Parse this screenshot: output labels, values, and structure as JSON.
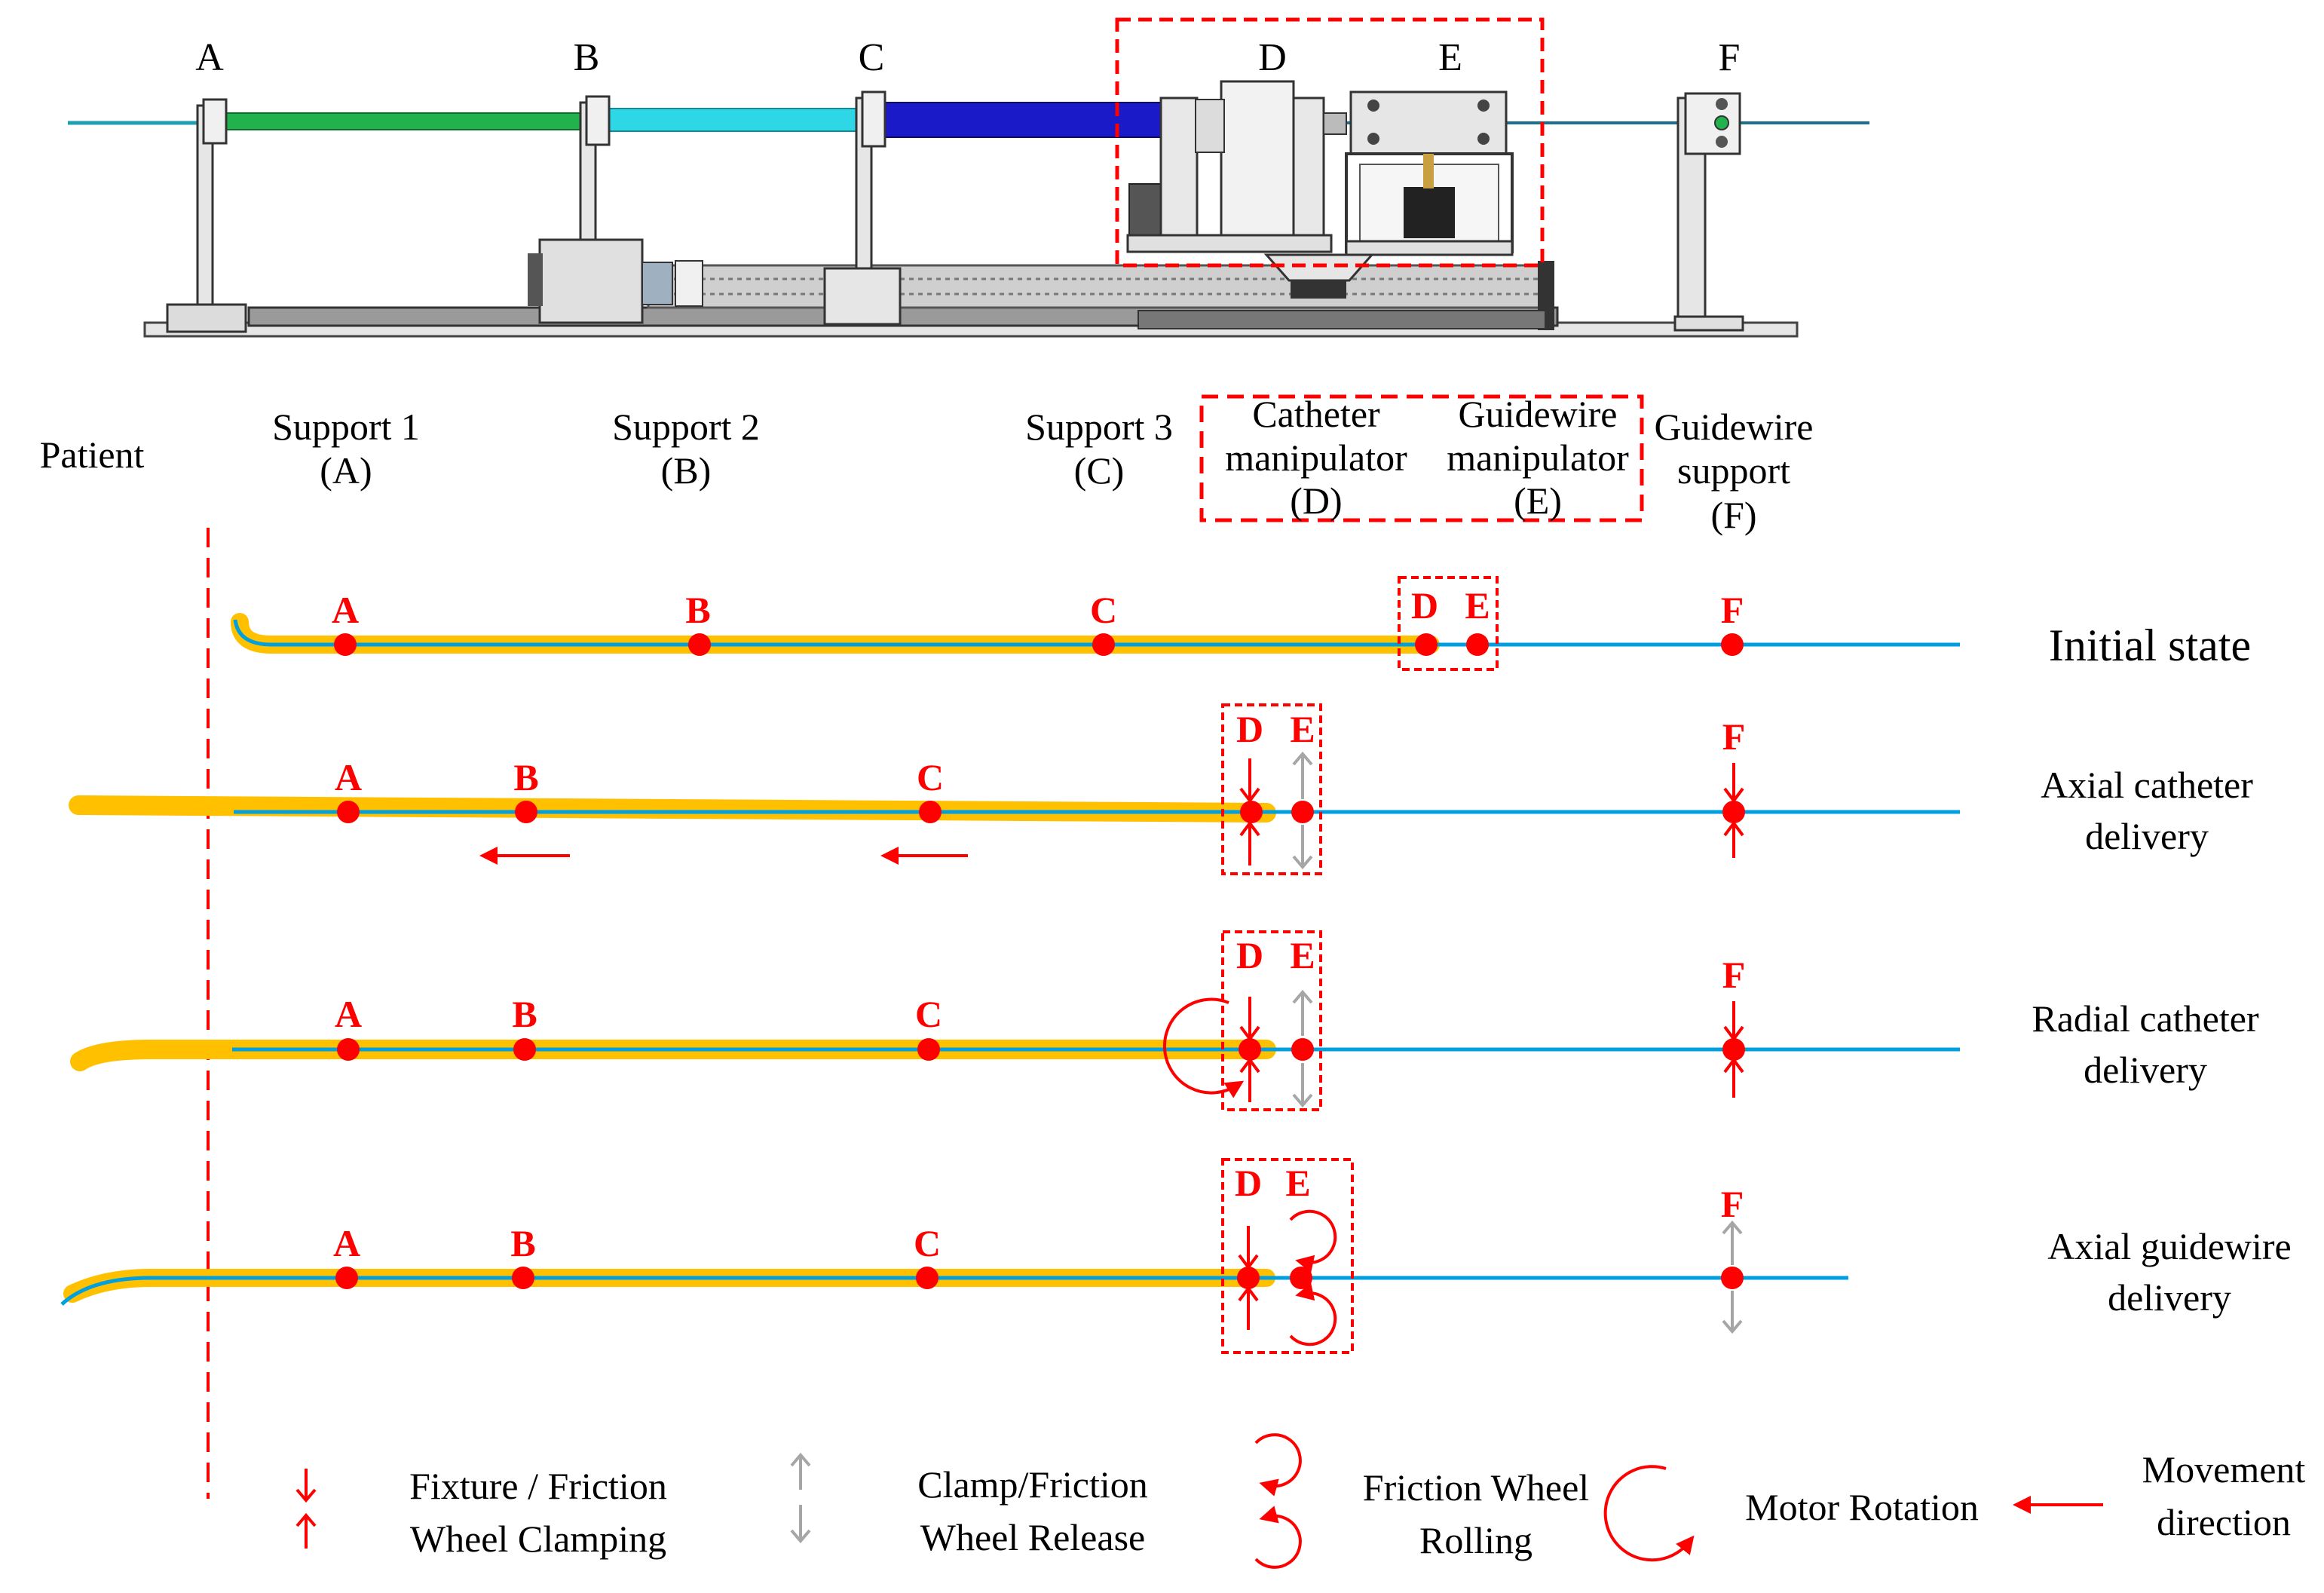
{
  "colors": {
    "accent_red": "#ff0000",
    "catheter_yellow": "#ffc000",
    "guidewire_blue": "#00a0e0",
    "release_gray": "#a6a6a6",
    "machine_gray": "#d9d9d9",
    "rod_green": "#22b14c",
    "rod_cyan": "#2ed7e6",
    "rod_blue": "#1a1ac8"
  },
  "machine": {
    "letters": [
      "A",
      "B",
      "C",
      "D",
      "E",
      "F"
    ]
  },
  "components": {
    "patient": "Patient",
    "support1": [
      "Support 1",
      "(A)"
    ],
    "support2": [
      "Support 2",
      "(B)"
    ],
    "support3": [
      "Support 3",
      "(C)"
    ],
    "catheter_manip": [
      "Catheter",
      "manipulator",
      "(D)"
    ],
    "guidewire_manip": [
      "Guidewire",
      "manipulator",
      "(E)"
    ],
    "guidewire_support": [
      "Guidewire",
      "support",
      "(F)"
    ]
  },
  "states": [
    {
      "title": [
        "Initial state"
      ],
      "nodes": [
        "A",
        "B",
        "C",
        "D",
        "E",
        "F"
      ]
    },
    {
      "title": [
        "Axial catheter",
        "delivery"
      ],
      "nodes": [
        "A",
        "B",
        "C",
        "D",
        "E",
        "F"
      ]
    },
    {
      "title": [
        "Radial catheter",
        "delivery"
      ],
      "nodes": [
        "A",
        "B",
        "C",
        "D",
        "E",
        "F"
      ]
    },
    {
      "title": [
        "Axial guidewire",
        "delivery"
      ],
      "nodes": [
        "A",
        "B",
        "C",
        "D",
        "E",
        "F"
      ]
    }
  ],
  "legend": {
    "clamping": [
      "Fixture / Friction",
      "Wheel Clamping"
    ],
    "release": [
      "Clamp/Friction",
      "Wheel Release"
    ],
    "rolling": [
      "Friction Wheel",
      "Rolling"
    ],
    "rotation": [
      "Motor Rotation"
    ],
    "movement": [
      "Movement",
      "direction"
    ]
  }
}
